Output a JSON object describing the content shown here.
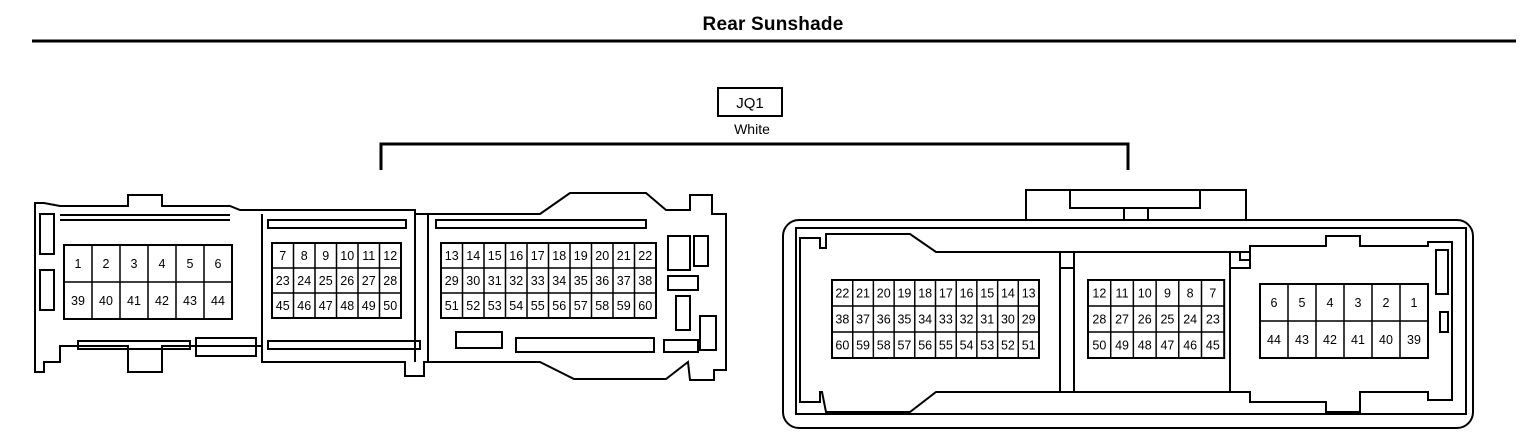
{
  "title": "Rear Sunshade",
  "connector": {
    "code": "JQ1",
    "color_label": "White"
  },
  "left_connector": {
    "block_a": {
      "rows": [
        [
          "1",
          "2",
          "3",
          "4",
          "5",
          "6"
        ],
        [
          "39",
          "40",
          "41",
          "42",
          "43",
          "44"
        ]
      ]
    },
    "block_b": {
      "rows": [
        [
          "7",
          "8",
          "9",
          "10",
          "11",
          "12"
        ],
        [
          "23",
          "24",
          "25",
          "26",
          "27",
          "28"
        ],
        [
          "45",
          "46",
          "47",
          "48",
          "49",
          "50"
        ]
      ]
    },
    "block_c": {
      "rows": [
        [
          "13",
          "14",
          "15",
          "16",
          "17",
          "18",
          "19",
          "20",
          "21",
          "22"
        ],
        [
          "29",
          "30",
          "31",
          "32",
          "33",
          "34",
          "35",
          "36",
          "37",
          "38"
        ],
        [
          "51",
          "52",
          "53",
          "54",
          "55",
          "56",
          "57",
          "58",
          "59",
          "60"
        ]
      ]
    }
  },
  "right_connector": {
    "block_a": {
      "rows": [
        [
          "22",
          "21",
          "20",
          "19",
          "18",
          "17",
          "16",
          "15",
          "14",
          "13"
        ],
        [
          "38",
          "37",
          "36",
          "35",
          "34",
          "33",
          "32",
          "31",
          "30",
          "29"
        ],
        [
          "60",
          "59",
          "58",
          "57",
          "56",
          "55",
          "54",
          "53",
          "52",
          "51"
        ]
      ]
    },
    "block_b": {
      "rows": [
        [
          "12",
          "11",
          "10",
          "9",
          "8",
          "7"
        ],
        [
          "28",
          "27",
          "26",
          "25",
          "24",
          "23"
        ],
        [
          "50",
          "49",
          "48",
          "47",
          "46",
          "45"
        ]
      ]
    },
    "block_c": {
      "rows": [
        [
          "6",
          "5",
          "4",
          "3",
          "2",
          "1"
        ],
        [
          "44",
          "43",
          "42",
          "41",
          "40",
          "39"
        ]
      ]
    }
  }
}
